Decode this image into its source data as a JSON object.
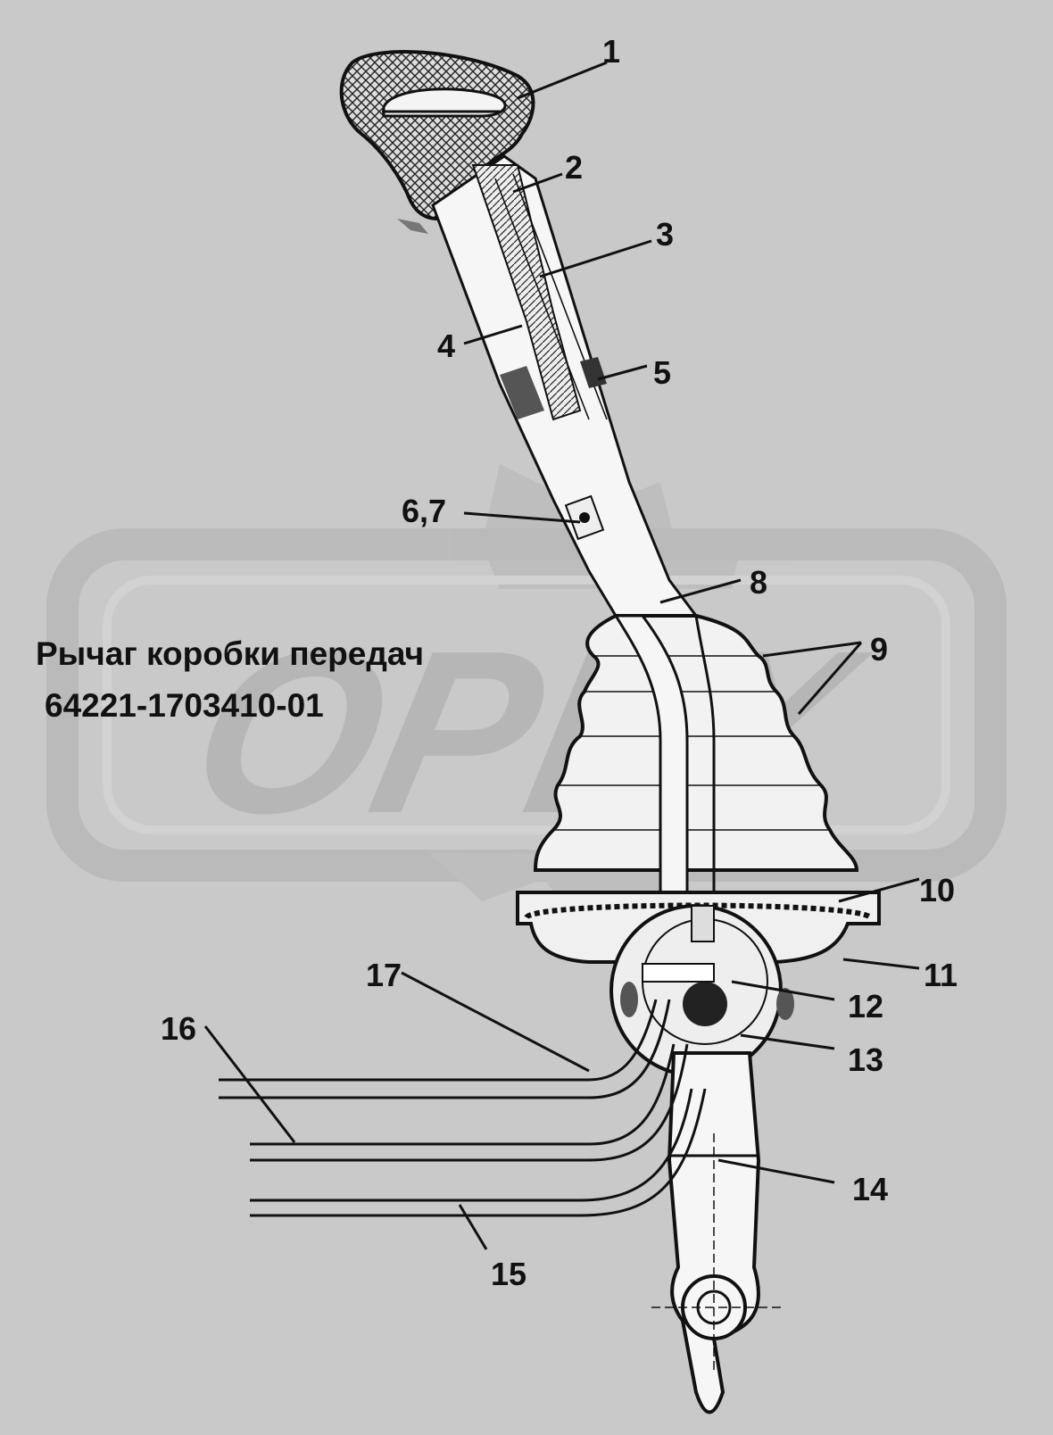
{
  "title": {
    "line1": "Рычаг коробки передач",
    "line2": "64221-1703410-01"
  },
  "watermark": {
    "text": "OPEX",
    "color": "#b5b5b5"
  },
  "colors": {
    "background": "#c9c9c9",
    "ink": "#111111",
    "boot_fill": "#f2f2f2"
  },
  "callouts": [
    {
      "id": "1",
      "label": "1"
    },
    {
      "id": "2",
      "label": "2"
    },
    {
      "id": "3",
      "label": "3"
    },
    {
      "id": "4",
      "label": "4"
    },
    {
      "id": "5",
      "label": "5"
    },
    {
      "id": "6-7",
      "label": "6,7"
    },
    {
      "id": "8",
      "label": "8"
    },
    {
      "id": "9",
      "label": "9"
    },
    {
      "id": "10",
      "label": "10"
    },
    {
      "id": "11",
      "label": "11"
    },
    {
      "id": "12",
      "label": "12"
    },
    {
      "id": "13",
      "label": "13"
    },
    {
      "id": "14",
      "label": "14"
    },
    {
      "id": "15",
      "label": "15"
    },
    {
      "id": "16",
      "label": "16"
    },
    {
      "id": "17",
      "label": "17"
    }
  ]
}
